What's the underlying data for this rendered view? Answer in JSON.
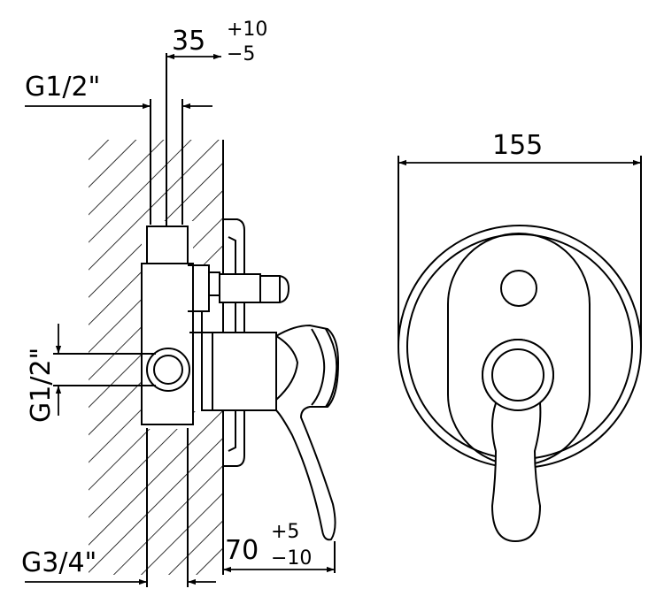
{
  "labels": {
    "top_inlet": "G1/2\"",
    "side_inlet": "G1/2\"",
    "outlet": "G3/4\"",
    "body_depth": "35",
    "body_tol_plus": "+10",
    "body_tol_minus": "−5",
    "lever_projection": "70",
    "lever_tol_plus": "+5",
    "lever_tol_minus": "−10",
    "plate_diameter": "155"
  },
  "colors": {
    "line": "#000000",
    "background": "#ffffff"
  }
}
